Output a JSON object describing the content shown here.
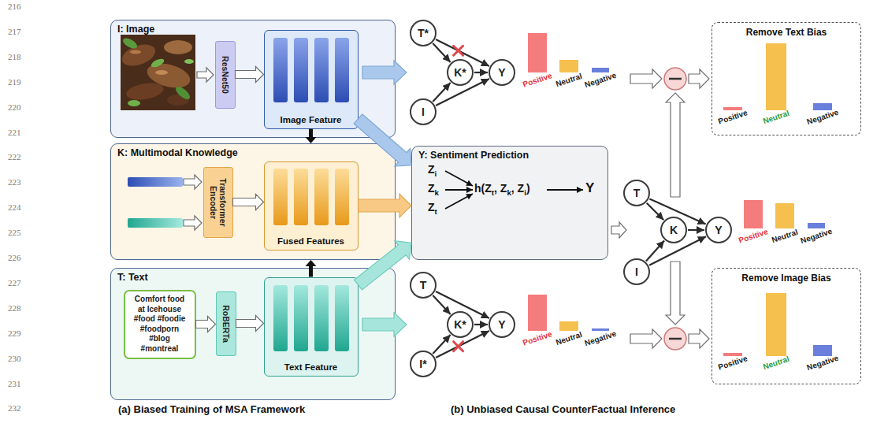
{
  "diagram": {
    "nodes": [
      {
        "text": [
          "I: Image"
        ]
      },
      {
        "text": [
          "ResNet50"
        ],
        "in": 0
      },
      {
        "text": [
          "Image Feature"
        ],
        "in": 0
      },
      {
        "text": [
          "K: Multimodal Knowledge"
        ]
      },
      {
        "text": [
          "Transformer Encoder"
        ],
        "in": 3
      },
      {
        "text": [
          "Fused Features"
        ],
        "in": 3
      },
      {
        "text": [
          "T: Text"
        ]
      },
      {
        "text": [
          "Comfort food at Icehouse #food #foodie #foodporn #blog #montreal"
        ],
        "in": 6
      },
      {
        "text": [
          "RoBERTa"
        ],
        "in": 6
      },
      {
        "text": [
          "Text Feature"
        ],
        "in": 6
      },
      {
        "text": [
          "Y: Sentiment Prediction",
          "Zi",
          "Zk",
          "Zt",
          "h(Zt, Zk, Zi)",
          "Y"
        ]
      },
      {
        "text": [
          "T*"
        ]
      },
      {
        "text": [
          "K*"
        ]
      },
      {
        "text": [
          "I"
        ]
      },
      {
        "text": [
          "Y"
        ]
      },
      {
        "text": [
          "T"
        ]
      },
      {
        "text": [
          "K"
        ]
      },
      {
        "text": [
          "I"
        ]
      },
      {
        "text": [
          "Y"
        ]
      },
      {
        "text": [
          "T"
        ]
      },
      {
        "text": [
          "K*"
        ]
      },
      {
        "text": [
          "I*"
        ]
      },
      {
        "text": [
          "Y"
        ]
      },
      {
        "text": [
          "Remove Text Bias",
          "Positive",
          "Neutral",
          "Negative"
        ]
      },
      {
        "text": [
          "Remove Image Bias",
          "Positive",
          "Neutral",
          "Negative"
        ]
      }
    ],
    "edges": [
      {
        "from": 1,
        "to": 2,
        "arrow": "to"
      },
      {
        "from": 4,
        "to": 5,
        "arrow": "to"
      },
      {
        "from": 7,
        "to": 8,
        "arrow": "to"
      },
      {
        "from": 8,
        "to": 9,
        "arrow": "to"
      },
      {
        "from": 2,
        "to": 3,
        "arrow": "to"
      },
      {
        "from": 9,
        "to": 3,
        "arrow": "to"
      },
      {
        "from": 2,
        "to": 10,
        "arrow": "to"
      },
      {
        "from": 5,
        "to": 10,
        "arrow": "to"
      },
      {
        "from": 9,
        "to": 10,
        "arrow": "to"
      },
      {
        "from": 11,
        "to": 12,
        "arrow": "to"
      },
      {
        "from": 13,
        "to": 12,
        "arrow": "to"
      },
      {
        "from": 12,
        "to": 14,
        "arrow": "to"
      },
      {
        "from": 11,
        "to": 14,
        "arrow": "to"
      },
      {
        "from": 13,
        "to": 14,
        "arrow": "to"
      },
      {
        "from": 15,
        "to": 16,
        "arrow": "to"
      },
      {
        "from": 17,
        "to": 16,
        "arrow": "to"
      },
      {
        "from": 16,
        "to": 18,
        "arrow": "to"
      },
      {
        "from": 15,
        "to": 18,
        "arrow": "to"
      },
      {
        "from": 17,
        "to": 18,
        "arrow": "to"
      },
      {
        "from": 19,
        "to": 20,
        "arrow": "to"
      },
      {
        "from": 21,
        "to": 20,
        "arrow": "to"
      },
      {
        "from": 20,
        "to": 22,
        "arrow": "to"
      },
      {
        "from": 19,
        "to": 22,
        "arrow": "to"
      },
      {
        "from": 21,
        "to": 22,
        "arrow": "to"
      }
    ],
    "labels": [
      "216",
      "217",
      "218",
      "219",
      "220",
      "221",
      "222",
      "223",
      "224",
      "225",
      "226",
      "227",
      "228",
      "229",
      "230",
      "231",
      "232",
      "Positive",
      "Neutral",
      "Negative",
      "Positive",
      "Neutral",
      "Negative",
      "Positive",
      "Neutral",
      "Negative",
      "(a) Biased Training of MSA Framework",
      "(b) Unbiased Causal CounterFactual Inference"
    ]
  }
}
